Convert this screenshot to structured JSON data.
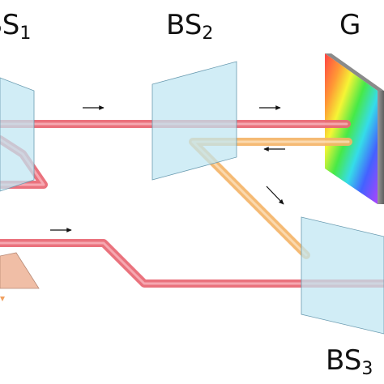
{
  "labels": {
    "bs1": {
      "main": "BS",
      "sub": "1"
    },
    "bs2": {
      "main": "BS",
      "sub": "2"
    },
    "grating": {
      "main": "G"
    },
    "bs3": {
      "main": "BS",
      "sub": "3"
    }
  },
  "colors": {
    "red_beam": "#e96a76",
    "orange_beam": "#f4b468",
    "splitter_fill": "#bfe6f3",
    "splitter_edge": "#6a9bb0",
    "prism_fill": "#f0bea6",
    "arrow": "#111111"
  },
  "icons": {
    "beam_direction": "arrow-icon"
  }
}
